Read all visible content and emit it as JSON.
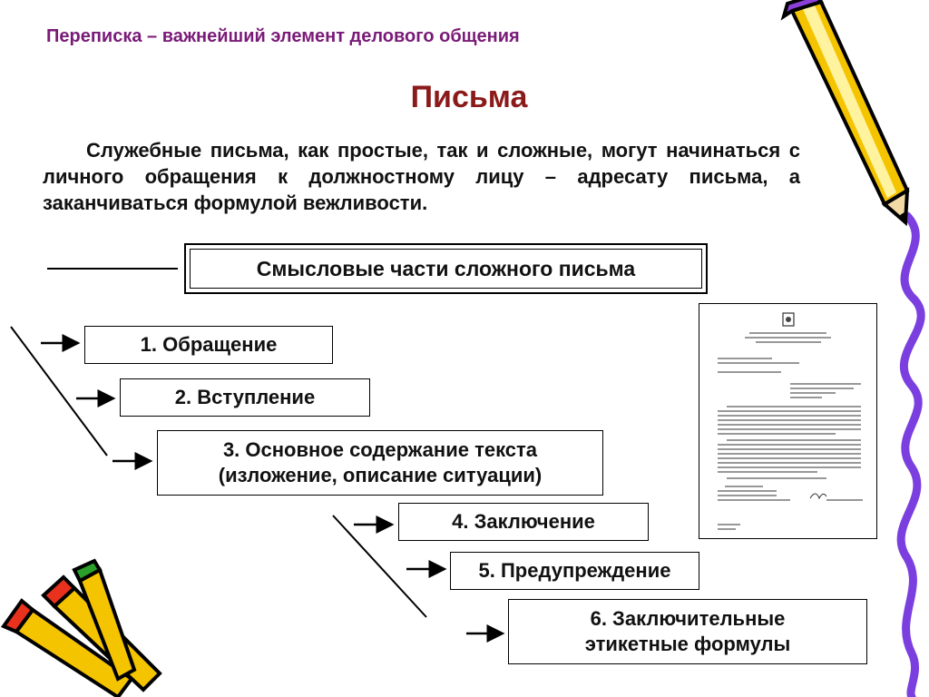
{
  "slide": {
    "subtitle": "Переписка – важнейший элемент делового общения",
    "title": "Письма",
    "body": "Служебные письма, как простые, так и сложные, могут начинаться с личного обращения к должностному лицу – адресату письма, а заканчиваться формулой вежливости.",
    "header_box": "Смысловые части сложного письма",
    "steps": [
      {
        "line1": "1. Обращение"
      },
      {
        "line1": "2. Вступление"
      },
      {
        "line1": "3. Основное содержание текста",
        "line2": "(изложение, описание ситуации)"
      },
      {
        "line1": "4. Заключение"
      },
      {
        "line1": "5. Предупреждение"
      },
      {
        "line1": "6. Заключительные",
        "line2": "этикетные формулы"
      }
    ]
  },
  "colors": {
    "subtitle": "#7a1a78",
    "title": "#8b1a1a",
    "pencil_body": "#f5c400",
    "pencil_outline": "#000000",
    "pencil_eraser": "#8b3fd9",
    "squiggle": "#7b3fe0",
    "pencil_green": "#2aa02a",
    "pencil_red": "#e8321e"
  },
  "icons": [
    "pencil-icon",
    "pencils-icon",
    "document-thumbnail-icon"
  ]
}
